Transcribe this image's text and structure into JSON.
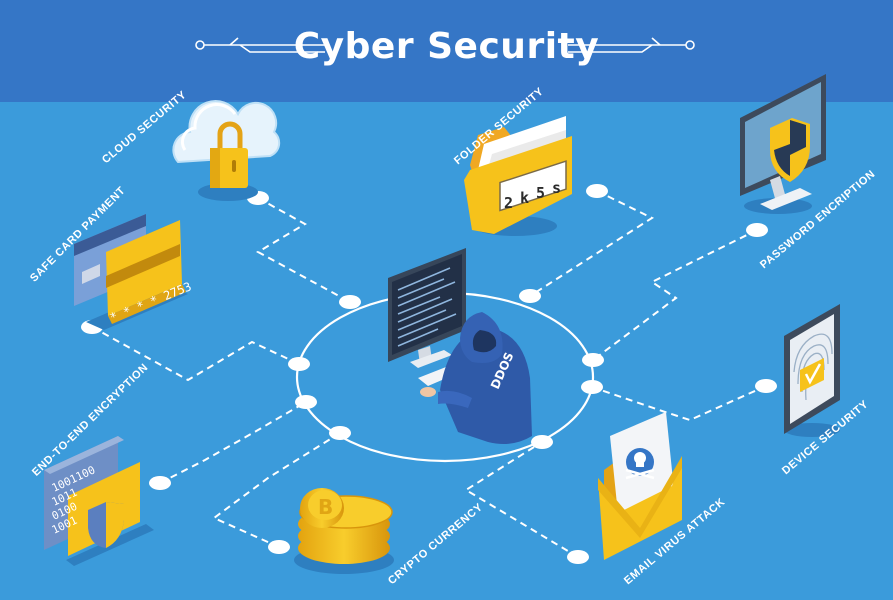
{
  "title": "Cyber Security",
  "hacker_badge": "DDOS",
  "card_number": "* * * * 2753",
  "folder_code": [
    "2",
    "k",
    "5",
    "s"
  ],
  "binary_lines": [
    "1001100",
    "1011",
    "0100",
    "1001"
  ],
  "nodes": [
    {
      "id": "cloud",
      "label": "CLOUD SECURITY",
      "icon": "cloud-lock-icon"
    },
    {
      "id": "folder",
      "label": "FOLDER SECURITY",
      "icon": "locked-folder-icon"
    },
    {
      "id": "password",
      "label": "PASSWORD ENCRIPTION",
      "icon": "monitor-shield-icon"
    },
    {
      "id": "card",
      "label": "SAFE CARD PAYMENT",
      "icon": "credit-card-icon"
    },
    {
      "id": "device",
      "label": "DEVICE SECURITY",
      "icon": "fingerprint-tablet-icon"
    },
    {
      "id": "e2e",
      "label": "END-TO-END ENCRYPTION",
      "icon": "binary-shield-icon"
    },
    {
      "id": "email",
      "label": "EMAIL VIRUS ATTACK",
      "icon": "virus-email-icon"
    },
    {
      "id": "crypto",
      "label": "CRYPTO CURRENCY",
      "icon": "bitcoin-coins-icon"
    }
  ],
  "colors": {
    "background": "#3b9bdb",
    "banner": "#3576c6",
    "accent_yellow": "#f6c21b",
    "hoodie": "#2f5aa8",
    "connector": "#ffffff"
  }
}
